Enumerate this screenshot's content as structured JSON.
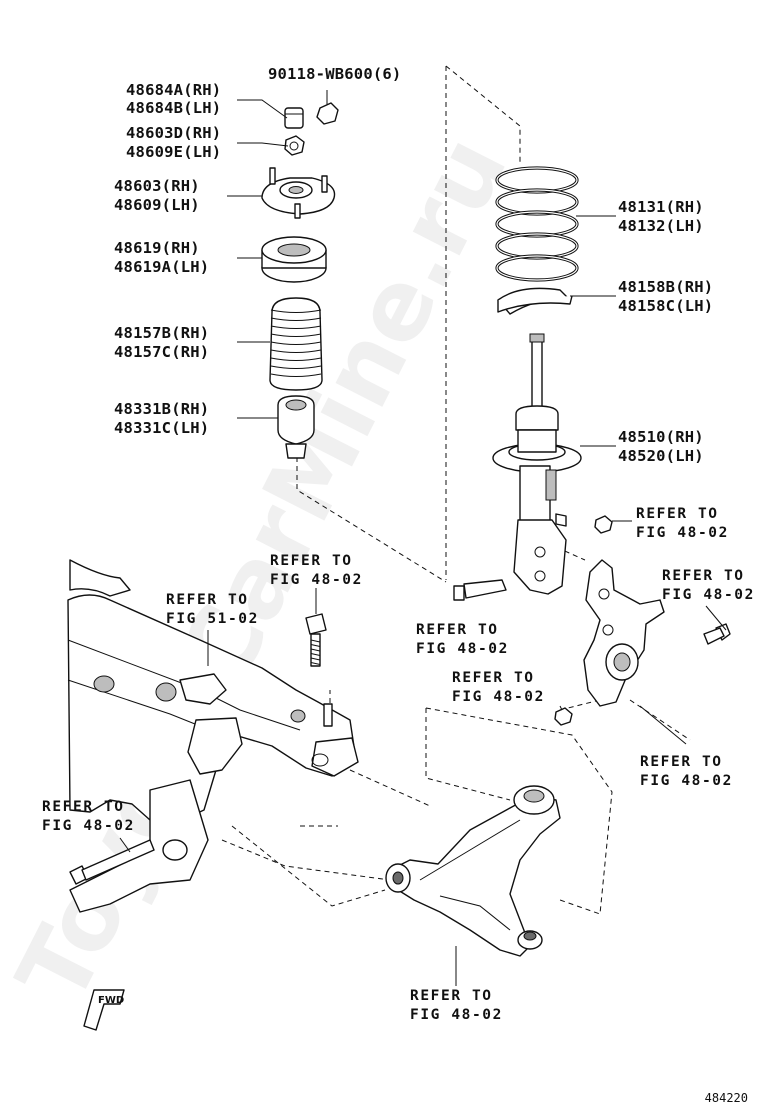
{
  "labels": {
    "nut_90118": "90118-WB600(6)",
    "cap_rh": "48684A(RH)",
    "cap_lh": "48684B(LH)",
    "nut_rh": "48603D(RH)",
    "nut_lh": "48609E(LH)",
    "support_rh": "48603(RH)",
    "support_lh": "48609(LH)",
    "bearing_rh": "48619(RH)",
    "bearing_lh": "48619A(LH)",
    "boot_rh": "48157B(RH)",
    "boot_lh": "48157C(RH)",
    "bumper_rh": "48331B(RH)",
    "bumper_lh": "48331C(LH)",
    "spring_rh": "48131(RH)",
    "spring_lh": "48132(LH)",
    "insulator_rh": "48158B(RH)",
    "insulator_lh": "48158C(LH)",
    "strut_rh": "48510(RH)",
    "strut_lh": "48520(LH)"
  },
  "refs": {
    "r1": [
      "REFER TO",
      "FIG 48-02"
    ],
    "r2": [
      "REFER TO",
      "FIG 48-02"
    ],
    "r3": [
      "REFER TO",
      "FIG 48-02"
    ],
    "r4": [
      "REFER TO",
      "FIG 51-02"
    ],
    "r5": [
      "REFER TO",
      "FIG 48-02"
    ],
    "r6": [
      "REFER TO",
      "FIG 48-02"
    ],
    "r7": [
      "REFER TO",
      "FIG 48-02"
    ],
    "r8": [
      "REFER TO",
      "FIG 48-02"
    ],
    "r9": [
      "REFER TO",
      "FIG 48-02"
    ]
  },
  "fwd": "FWD",
  "figure_code": "484220",
  "watermark": "ToyotaCarMine.ru"
}
